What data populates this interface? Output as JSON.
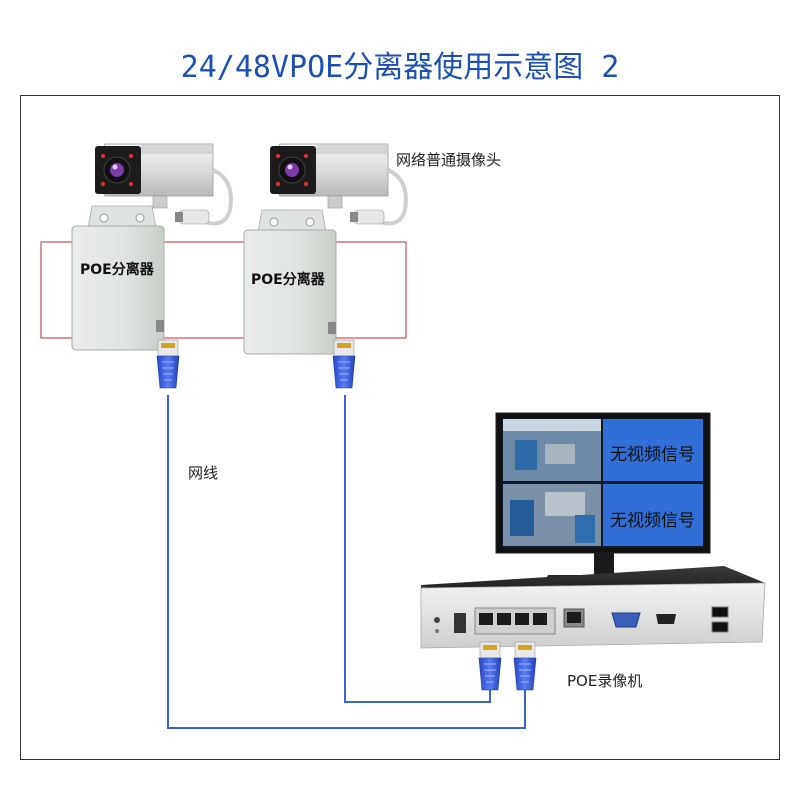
{
  "title": "24/48VPOE分离器使用示意图 2",
  "labels": {
    "camera": "网络普通摄像头",
    "splitter_1": "POE分离器",
    "splitter_2": "POE分离器",
    "cable": "网线",
    "nvr": "POE录像机",
    "no_signal_1": "无视频信号",
    "no_signal_2": "无视频信号"
  },
  "colors": {
    "title": "#1e50b4",
    "cable": "#3b62d6",
    "highlight_box": "#b0303a",
    "monitor_panel": "#2f6fd6"
  }
}
